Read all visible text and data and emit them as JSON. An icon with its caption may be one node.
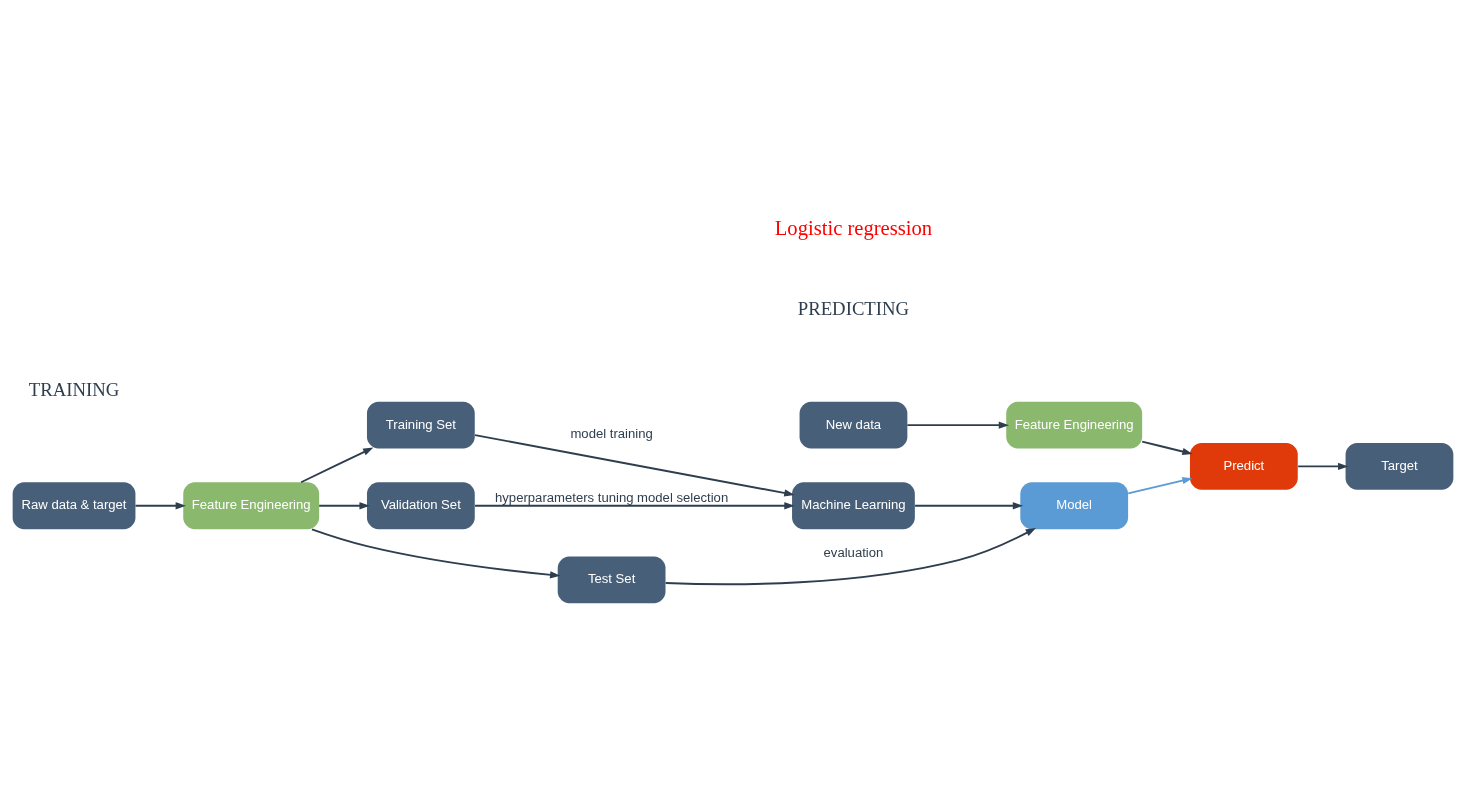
{
  "diagram": {
    "nodes": [
      {
        "text": [
          "Raw data & target"
        ]
      },
      {
        "text": [
          "Feature Engineering"
        ]
      },
      {
        "text": [
          "Training Set"
        ]
      },
      {
        "text": [
          "Validation Set"
        ]
      },
      {
        "text": [
          "Test Set"
        ]
      },
      {
        "text": [
          "Machine Learning"
        ]
      },
      {
        "text": [
          "Model"
        ]
      },
      {
        "text": [
          "New data"
        ]
      },
      {
        "text": [
          "Feature Engineering"
        ]
      },
      {
        "text": [
          "Predict"
        ]
      },
      {
        "text": [
          "Target"
        ]
      }
    ],
    "edges": [
      {
        "from": 0,
        "to": 1,
        "arrow": "to"
      },
      {
        "from": 1,
        "to": 2,
        "arrow": "to"
      },
      {
        "from": 1,
        "to": 3,
        "arrow": "to"
      },
      {
        "from": 1,
        "to": 4,
        "arrow": "to"
      },
      {
        "from": 2,
        "to": 5,
        "arrow": "to",
        "label": "model training"
      },
      {
        "from": 3,
        "to": 5,
        "arrow": "to",
        "label": "hyperparameters tuning model selection"
      },
      {
        "from": 5,
        "to": 6,
        "arrow": "to"
      },
      {
        "from": 4,
        "to": 6,
        "arrow": "to",
        "label": "evaluation"
      },
      {
        "from": 6,
        "to": 9,
        "arrow": "to",
        "color": "#5b9bd5"
      },
      {
        "from": 7,
        "to": 8,
        "arrow": "to"
      },
      {
        "from": 8,
        "to": 9,
        "arrow": "to"
      },
      {
        "from": 9,
        "to": 10,
        "arrow": "to"
      }
    ],
    "labels": [
      "Logistic regression",
      "TRAINING",
      "PREDICTING"
    ]
  }
}
